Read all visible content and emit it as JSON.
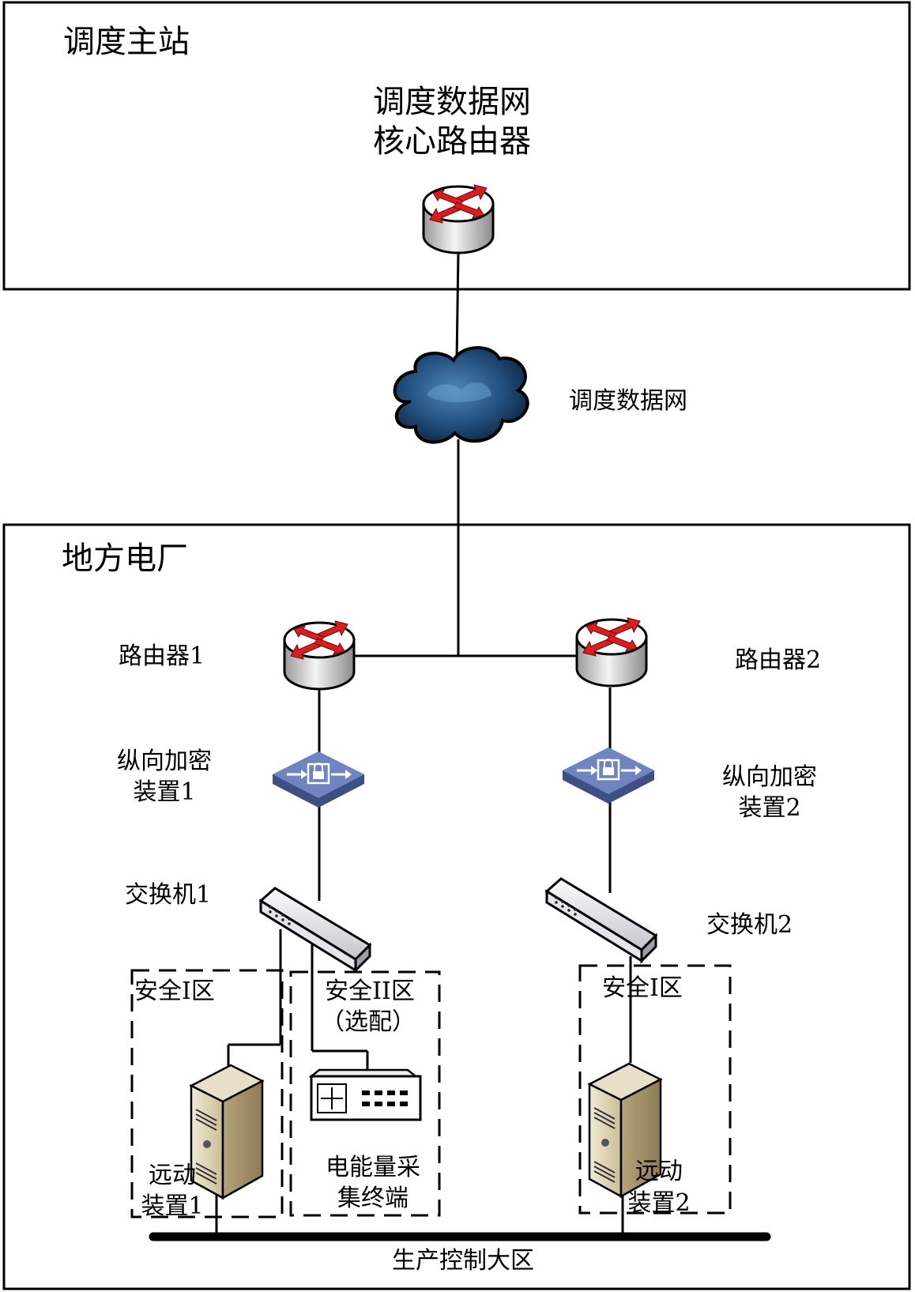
{
  "regions": {
    "master_station": "调度主站",
    "local_plant": "地方电厂"
  },
  "devices": {
    "core_router_line1": "调度数据网",
    "core_router_line2": "核心路由器",
    "data_network": "调度数据网",
    "router1": "路由器1",
    "router2": "路由器2",
    "encryptor1_line1": "纵向加密",
    "encryptor1_line2": "装置1",
    "encryptor2_line1": "纵向加密",
    "encryptor2_line2": "装置2",
    "switch1": "交换机1",
    "switch2": "交换机2",
    "rtu1_line1": "远动",
    "rtu1_line2": "装置1",
    "rtu2_line1": "远动",
    "rtu2_line2": "装置2",
    "meter_line1": "电能量采",
    "meter_line2": "集终端"
  },
  "zones": {
    "zone1_left": "安全I区",
    "zone2": "安全II区",
    "zone2_note": "（选配）",
    "zone1_right": "安全I区"
  },
  "bus": "生产控制大区",
  "colors": {
    "router_arrow": "#d42020",
    "encryptor": "#5a6ea8",
    "cloud": "#1e4a78",
    "server": "#c8b890"
  }
}
